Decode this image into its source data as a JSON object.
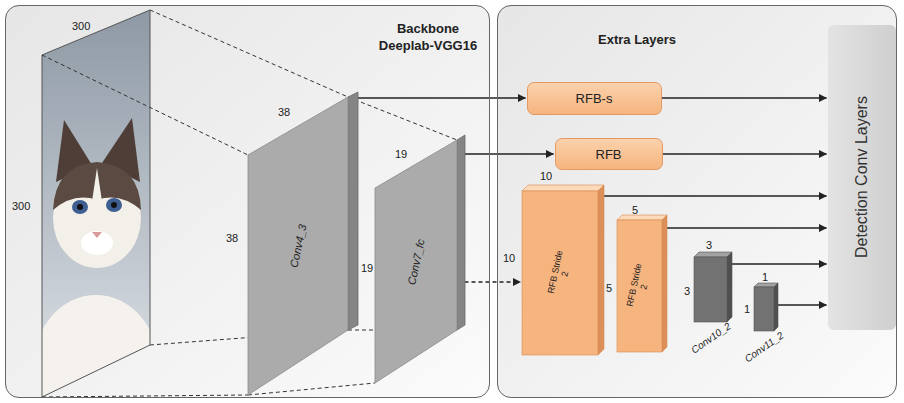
{
  "diagram": {
    "nodes": [
      {
        "text": [
          "Backbone Deeplab-VGG16"
        ]
      },
      {
        "text": [
          "Conv4_3"
        ],
        "in": 0
      },
      {
        "text": [
          "Conv7_fc"
        ],
        "in": 0
      },
      {
        "text": [
          "Extra Layers"
        ]
      },
      {
        "text": [
          "RFB-s"
        ],
        "in": 3
      },
      {
        "text": [
          "RFB"
        ],
        "in": 3
      },
      {
        "text": [
          "RFB Stride 2"
        ],
        "in": 3
      },
      {
        "text": [
          "RFB Stride 2"
        ],
        "in": 3
      },
      {
        "text": [
          "Conv10_2"
        ],
        "in": 3
      },
      {
        "text": [
          "Conv11_2"
        ],
        "in": 3
      },
      {
        "text": [
          "Detection Conv Layers"
        ],
        "in": 3
      }
    ],
    "edges": [
      {
        "from": 1,
        "to": 4,
        "arrow": "to"
      },
      {
        "from": 2,
        "to": 5,
        "arrow": "to"
      },
      {
        "from": 2,
        "to": 6,
        "arrow": "to"
      },
      {
        "from": 4,
        "to": 10,
        "arrow": "to"
      },
      {
        "from": 5,
        "to": 10,
        "arrow": "to"
      },
      {
        "from": 6,
        "to": 10,
        "arrow": "to"
      },
      {
        "from": 7,
        "to": 10,
        "arrow": "to"
      },
      {
        "from": 8,
        "to": 10,
        "arrow": "to"
      },
      {
        "from": 9,
        "to": 10,
        "arrow": "to"
      }
    ],
    "labels": [
      "300",
      "300",
      "38",
      "38",
      "19",
      "19",
      "10",
      "10",
      "5",
      "5",
      "3",
      "3",
      "1",
      "1"
    ]
  }
}
